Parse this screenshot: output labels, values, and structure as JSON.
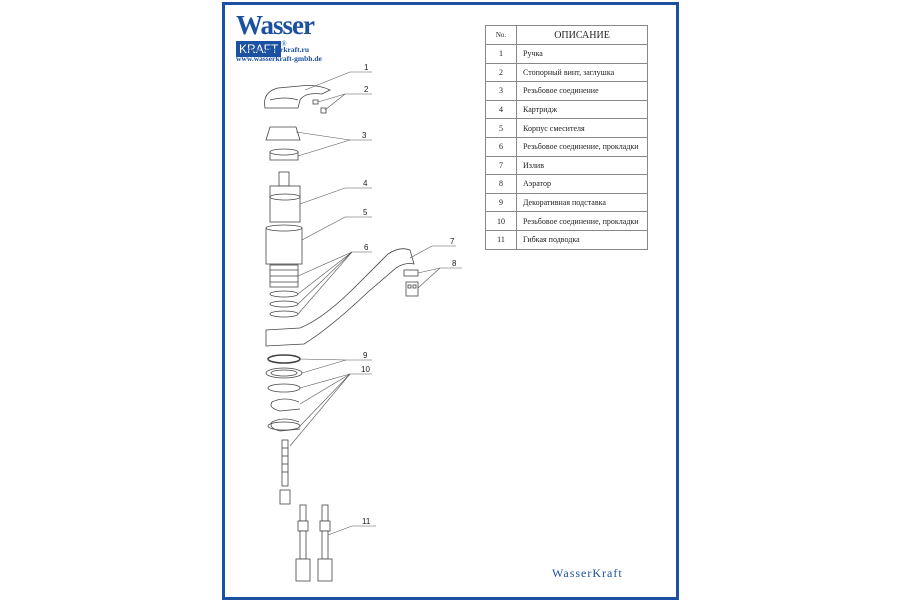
{
  "brand": {
    "name_part1": "Wasser",
    "name_part2": "KRAFT",
    "registered": "®",
    "url1": "www.wasserkraft.ru",
    "url2": "www.wasserkraft-gmbh.de",
    "footer": "WasserKraft",
    "color": "#1c50a0"
  },
  "table": {
    "header_no": "No.",
    "header_desc": "ОПИСАНИЕ",
    "rows": [
      {
        "n": "1",
        "desc": "Ручка"
      },
      {
        "n": "2",
        "desc": "Стопорный винт, заглушка"
      },
      {
        "n": "3",
        "desc": "Резьбовое соединение"
      },
      {
        "n": "4",
        "desc": "Картридж"
      },
      {
        "n": "5",
        "desc": "Корпус смесителя"
      },
      {
        "n": "6",
        "desc": "Резьбовое соединение, прокладки"
      },
      {
        "n": "7",
        "desc": "Излив"
      },
      {
        "n": "8",
        "desc": "Аэратор"
      },
      {
        "n": "9",
        "desc": "Декоративная подставка"
      },
      {
        "n": "10",
        "desc": "Резьбовое соединение, прокладки"
      },
      {
        "n": "11",
        "desc": "Гибкая подводка"
      }
    ]
  },
  "callouts": [
    "1",
    "2",
    "3",
    "4",
    "5",
    "6",
    "7",
    "8",
    "9",
    "10",
    "11"
  ]
}
